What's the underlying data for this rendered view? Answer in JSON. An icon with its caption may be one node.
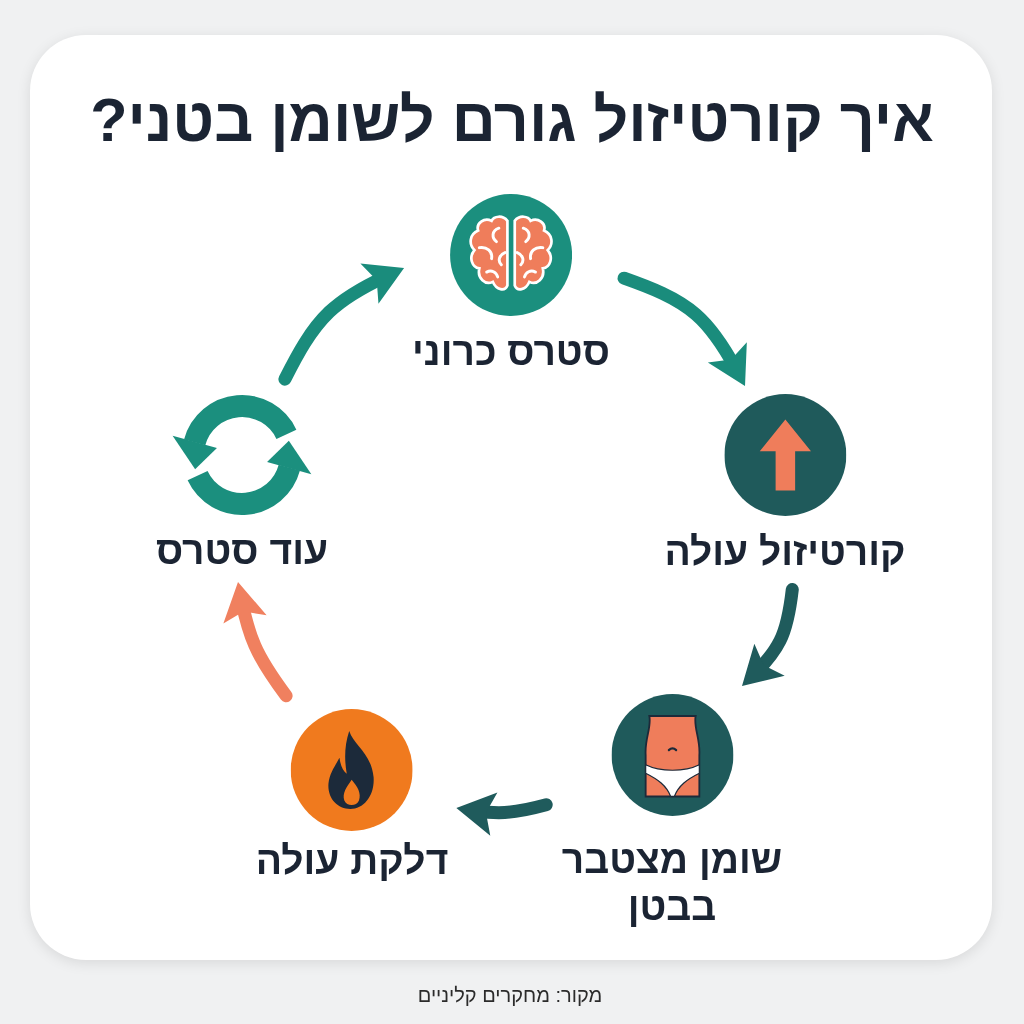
{
  "diagram": {
    "title": "איך קורטיזול גורם לשומן בטני?",
    "caption": "מקור: מחקרים קליניים",
    "nodes": [
      {
        "text": [
          "סטרס כרוני"
        ]
      },
      {
        "text": [
          "קורטיזול עולה"
        ]
      },
      {
        "text": [
          "שומן מצטבר בבטן"
        ]
      },
      {
        "text": [
          "דלקת עולה"
        ]
      },
      {
        "text": [
          "עוד סטרס"
        ]
      }
    ],
    "edges": [
      {
        "from": 0,
        "to": 1,
        "arrow": "to",
        "color": "#1a8c7c"
      },
      {
        "from": 1,
        "to": 2,
        "arrow": "to",
        "color": "#1f5b5c"
      },
      {
        "from": 2,
        "to": 3,
        "arrow": "to",
        "color": "#1f5b5c"
      },
      {
        "from": 3,
        "to": 4,
        "arrow": "to",
        "color": "#f0805f"
      },
      {
        "from": 4,
        "to": 0,
        "arrow": "to",
        "color": "#1a8c7c"
      }
    ]
  }
}
